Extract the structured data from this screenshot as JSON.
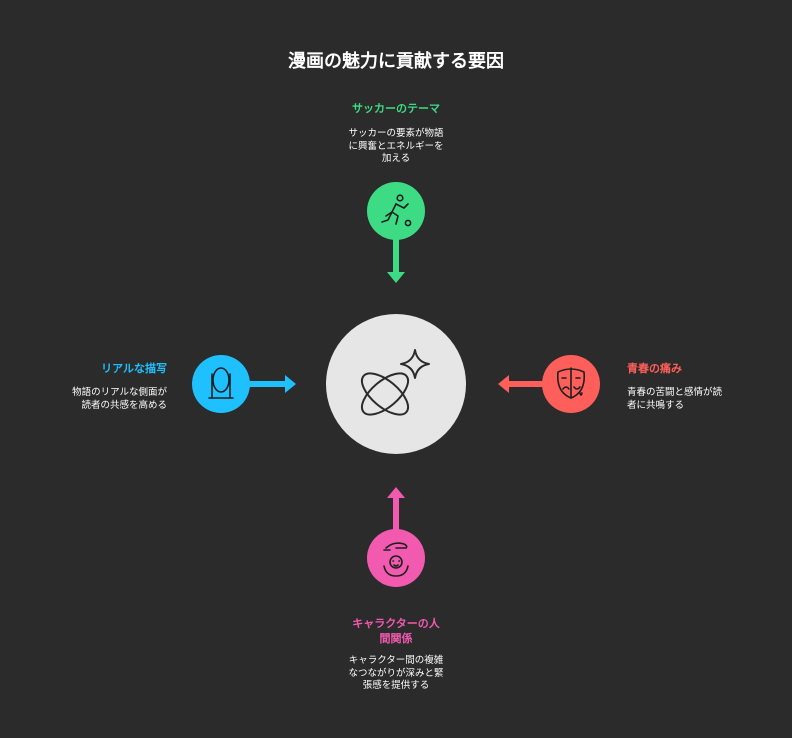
{
  "title": "漫画の魅力に貢献する要因",
  "colors": {
    "background": "#2b2b2b",
    "hub": "#e6e6e6",
    "top": "#3ddc84",
    "left": "#1ec0ff",
    "right": "#ff5f5a",
    "bottom": "#f25ab0"
  },
  "hub": {
    "icon": "orbit-sparkle-icon"
  },
  "factors": {
    "top": {
      "heading": "サッカーのテーマ",
      "desc_lines": [
        "サッカーの要素が物語",
        "に興奮とエネルギーを",
        "加える"
      ],
      "icon": "soccer-player-icon"
    },
    "left": {
      "heading": "リアルな描写",
      "desc_lines": [
        "物語のリアルな側面が",
        "読者の共感を高める"
      ],
      "icon": "mirror-icon"
    },
    "right": {
      "heading": "青春の痛み",
      "desc_lines": [
        "青春の苦闘と感情が読",
        "者に共鳴する"
      ],
      "icon": "drama-masks-icon"
    },
    "bottom": {
      "heading_lines": [
        "キャラクターの人",
        "間関係"
      ],
      "desc_lines": [
        "キャラクター間の複雑",
        "なつながりが深みと緊",
        "張感を提供する"
      ],
      "icon": "caring-hands-icon"
    }
  }
}
